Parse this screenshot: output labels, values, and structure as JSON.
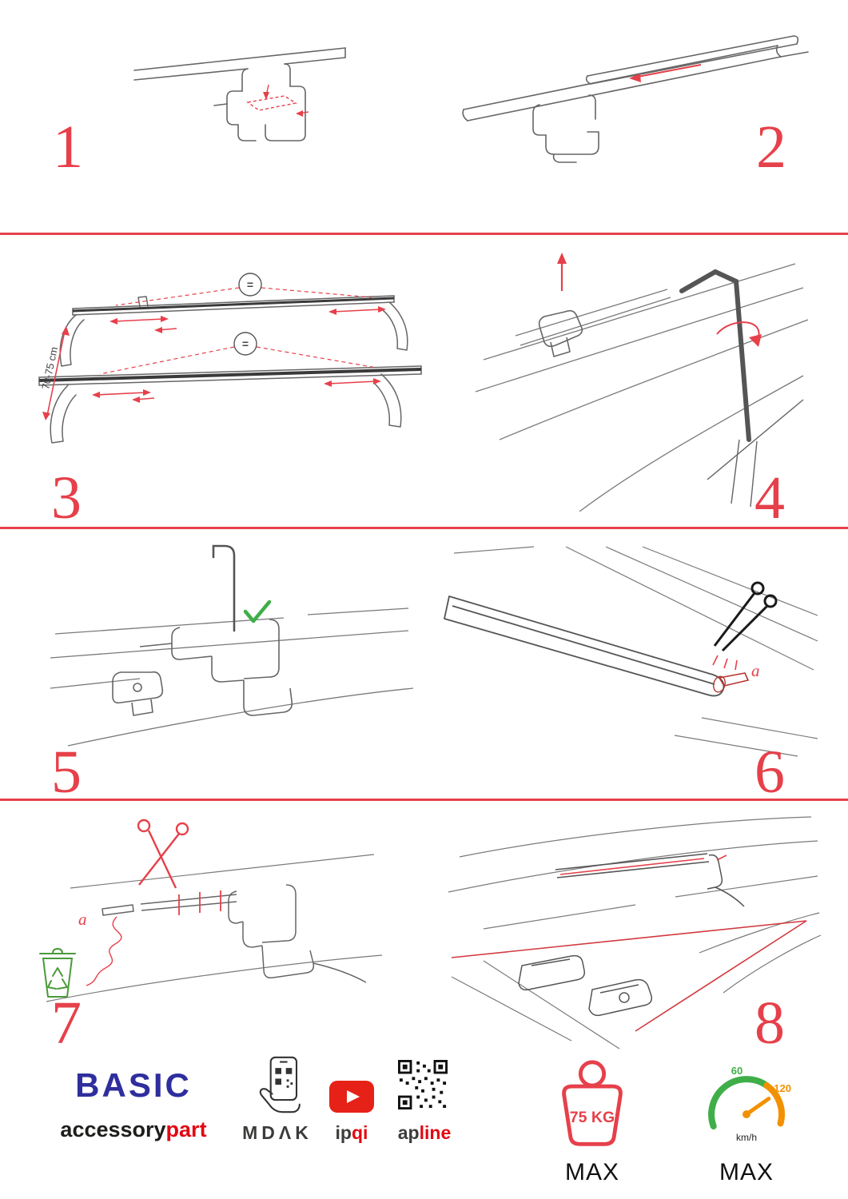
{
  "steps": [
    {
      "number": "1"
    },
    {
      "number": "2"
    },
    {
      "number": "3"
    },
    {
      "number": "4"
    },
    {
      "number": "5"
    },
    {
      "number": "6"
    },
    {
      "number": "7"
    },
    {
      "number": "8"
    }
  ],
  "annotations": {
    "equals": "=",
    "dimension_label": "70-75 cm",
    "cut_label_a": "a"
  },
  "footer": {
    "brand_name": "BASIC",
    "brand_sub_left": "accessory",
    "brand_sub_right": "part",
    "partner_mdak": "MDΛK",
    "partner_ipqi_left": "ip",
    "partner_ipqi_right": "qi",
    "partner_apline_left": "ap",
    "partner_apline_right": "line",
    "weight_limit": "75 KG",
    "weight_max_label": "MAX",
    "speed_tick_low": "60",
    "speed_tick_high": "120",
    "speed_unit": "km/h",
    "speed_max_label": "MAX"
  },
  "colors": {
    "accent_red": "#e6404a",
    "brand_red": "#e30613",
    "brand_navy": "#2e2e9e",
    "check_green": "#3fae49",
    "gauge_green": "#3fae49",
    "gauge_orange": "#f29100"
  }
}
